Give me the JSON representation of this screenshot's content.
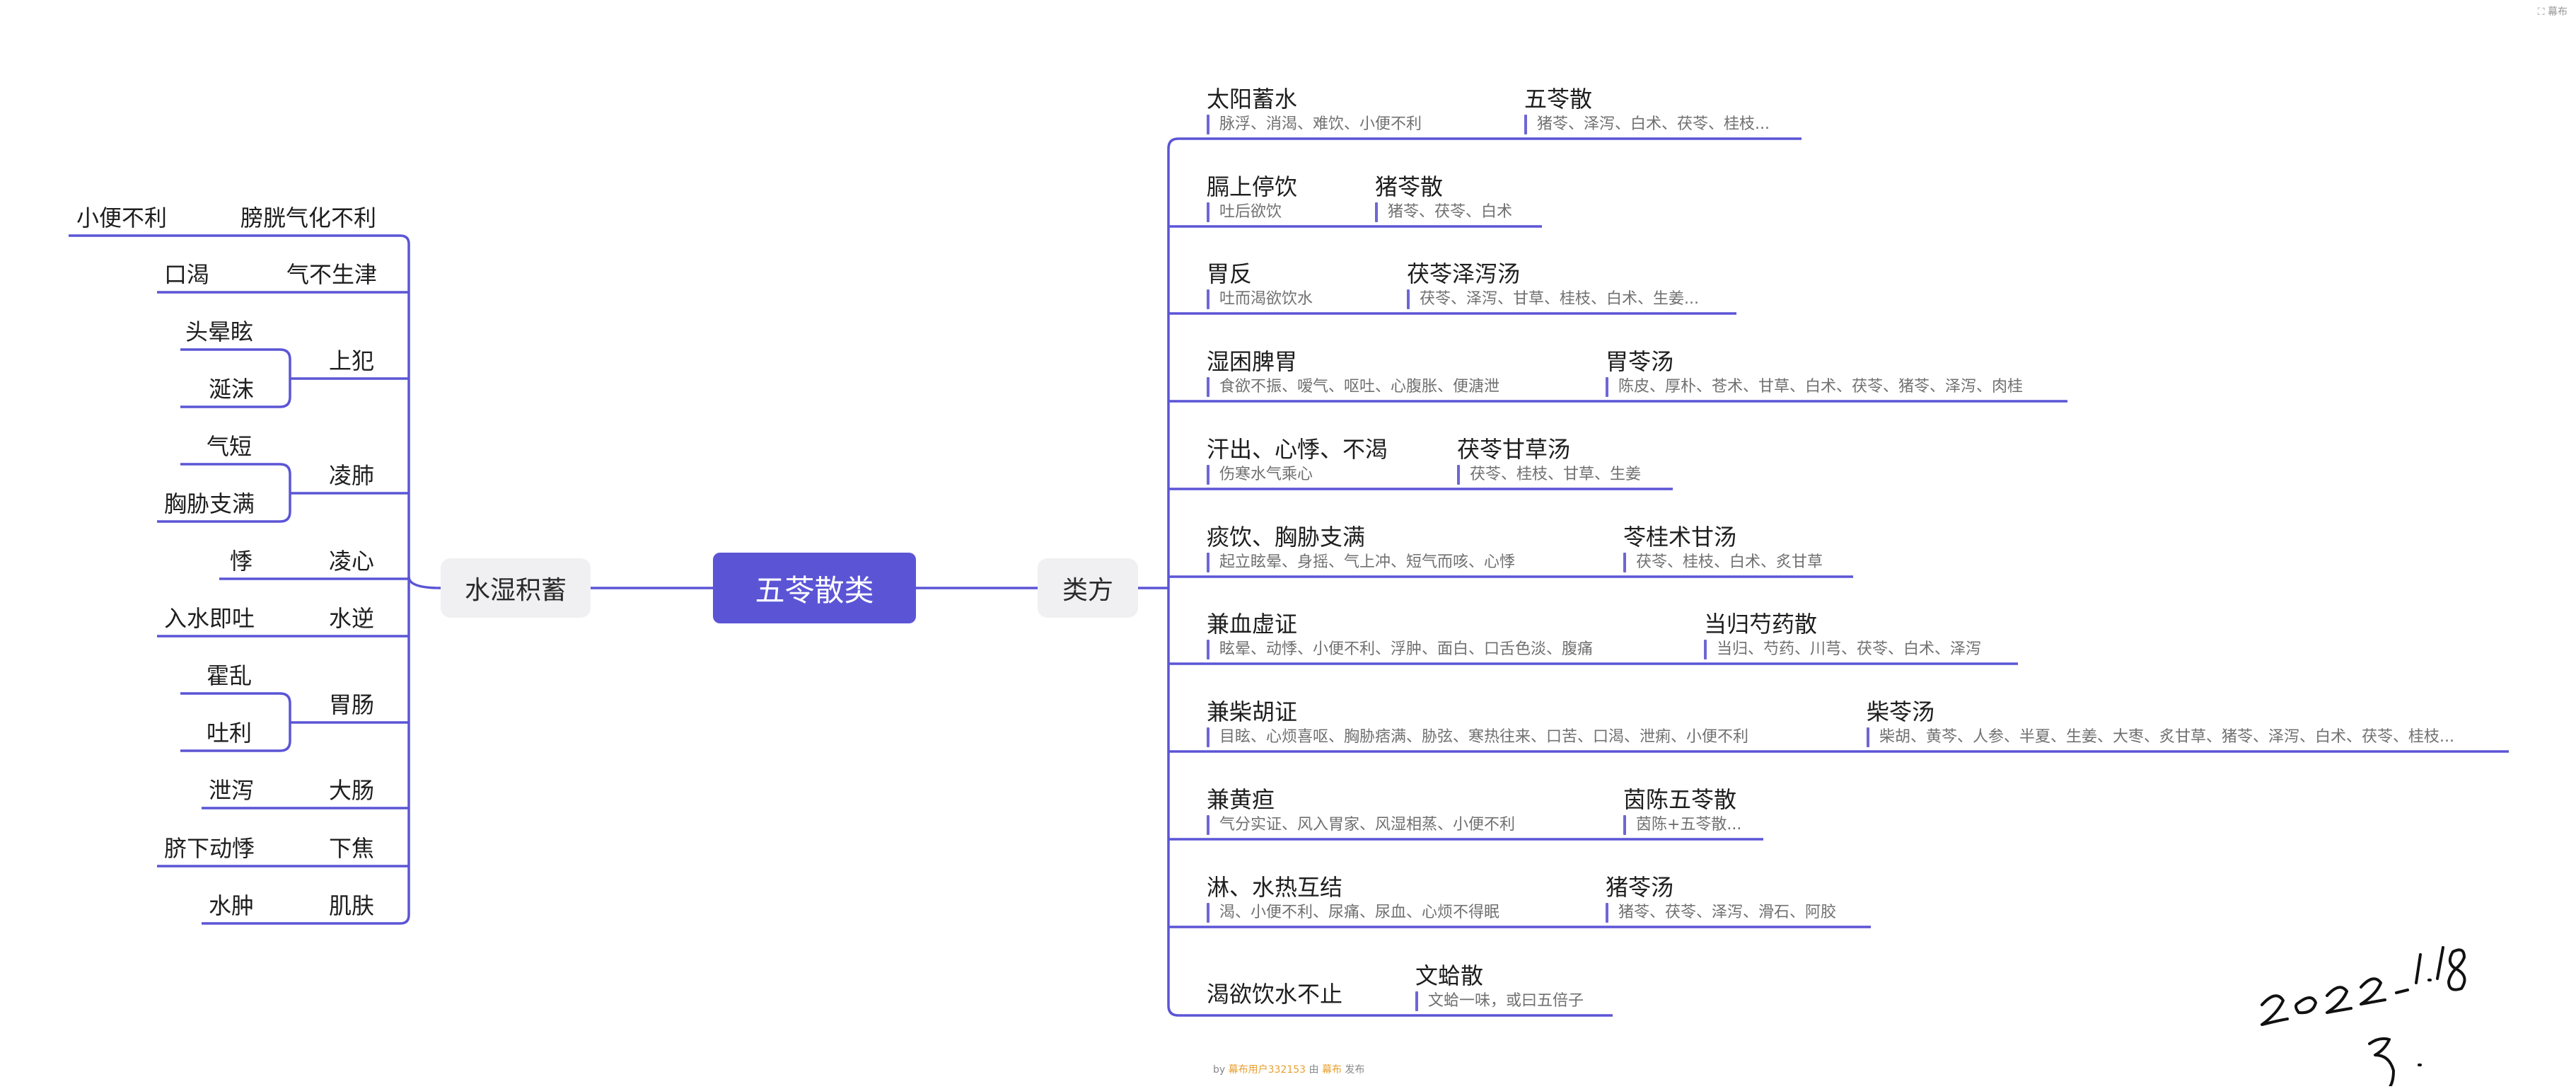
{
  "header": {
    "expand_icon": "expand-icon",
    "toolbar_label": "幕布"
  },
  "center": {
    "label": "五苓散类"
  },
  "left_branch": {
    "label": "水湿积蓄",
    "items": [
      {
        "name": "膀胱气化不利",
        "children": [
          "小便不利"
        ]
      },
      {
        "name": "气不生津",
        "children": [
          "口渴"
        ]
      },
      {
        "name": "上犯",
        "children": [
          "头晕眩",
          "涎沫"
        ]
      },
      {
        "name": "凌肺",
        "children": [
          "气短",
          "胸胁支满"
        ]
      },
      {
        "name": "凌心",
        "children": [
          "悸"
        ]
      },
      {
        "name": "水逆",
        "children": [
          "入水即吐"
        ]
      },
      {
        "name": "胃肠",
        "children": [
          "霍乱",
          "吐利"
        ]
      },
      {
        "name": "大肠",
        "children": [
          "泄泻"
        ]
      },
      {
        "name": "下焦",
        "children": [
          "脐下动悸"
        ]
      },
      {
        "name": "肌肤",
        "children": [
          "水肿"
        ]
      }
    ]
  },
  "right_branch": {
    "label": "类方",
    "rows": [
      {
        "condition": "太阳蓄水",
        "condition_note": "脉浮、消渴、难饮、小便不利",
        "formula": "五苓散",
        "formula_note": "猪苓、泽泻、白术、茯苓、桂枝..."
      },
      {
        "condition": "膈上停饮",
        "condition_note": "吐后欲饮",
        "formula": "猪苓散",
        "formula_note": "猪苓、茯苓、白术"
      },
      {
        "condition": "胃反",
        "condition_note": "吐而渴欲饮水",
        "formula": "茯苓泽泻汤",
        "formula_note": "茯苓、泽泻、甘草、桂枝、白术、生姜..."
      },
      {
        "condition": "湿困脾胃",
        "condition_note": "食欲不振、嗳气、呕吐、心腹胀、便溏泄",
        "formula": "胃苓汤",
        "formula_note": "陈皮、厚朴、苍术、甘草、白术、茯苓、猪苓、泽泻、肉桂"
      },
      {
        "condition": "汗出、心悸、不渴",
        "condition_note": "伤寒水气乘心",
        "formula": "茯苓甘草汤",
        "formula_note": "茯苓、桂枝、甘草、生姜"
      },
      {
        "condition": "痰饮、胸胁支满",
        "condition_note": "起立眩晕、身摇、气上冲、短气而咳、心悸",
        "formula": "苓桂术甘汤",
        "formula_note": "茯苓、桂枝、白术、炙甘草"
      },
      {
        "condition": "兼血虚证",
        "condition_note": "眩晕、动悸、小便不利、浮肿、面白、口舌色淡、腹痛",
        "formula": "当归芍药散",
        "formula_note": "当归、芍药、川芎、茯苓、白术、泽泻"
      },
      {
        "condition": "兼柴胡证",
        "condition_note": "目眩、心烦喜呕、胸胁痞满、胁弦、寒热往来、口苦、口渴、泄痢、小便不利",
        "formula": "柴苓汤",
        "formula_note": "柴胡、黄芩、人参、半夏、生姜、大枣、炙甘草、猪苓、泽泻、白术、茯苓、桂枝..."
      },
      {
        "condition": "兼黄疸",
        "condition_note": "气分实证、风入胃家、风湿相蒸、小便不利",
        "formula": "茵陈五苓散",
        "formula_note": "茵陈+五苓散..."
      },
      {
        "condition": "淋、水热互结",
        "condition_note": "渴、小便不利、尿痛、尿血、心烦不得眠",
        "formula": "猪苓汤",
        "formula_note": "猪苓、茯苓、泽泻、滑石、阿胶"
      },
      {
        "condition": "渴欲饮水不止",
        "condition_note": "",
        "formula": "文蛤散",
        "formula_note": "文蛤一味，或曰五倍子"
      }
    ]
  },
  "footer": {
    "prefix": "by ",
    "user": "幕布用户332153",
    "middle": " 由 ",
    "brand": "幕布",
    "suffix": " 发布"
  },
  "signature": {
    "text": "2022.1.18"
  },
  "colors": {
    "accent": "#5b55d6",
    "line": "#5b55d6",
    "pill_bg": "#f0f0f2"
  }
}
